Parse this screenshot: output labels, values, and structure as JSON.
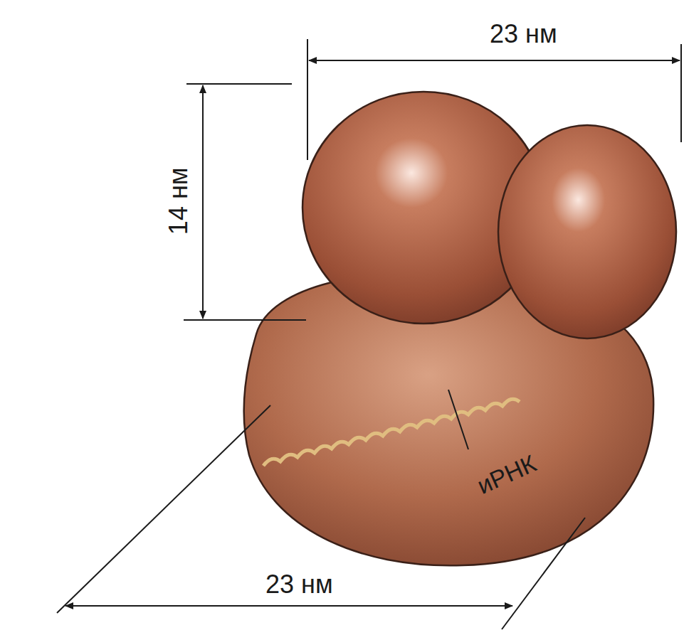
{
  "diagram": {
    "labels": [
      "23 нм",
      "14 нм",
      "иРНК",
      "23 нм"
    ]
  }
}
